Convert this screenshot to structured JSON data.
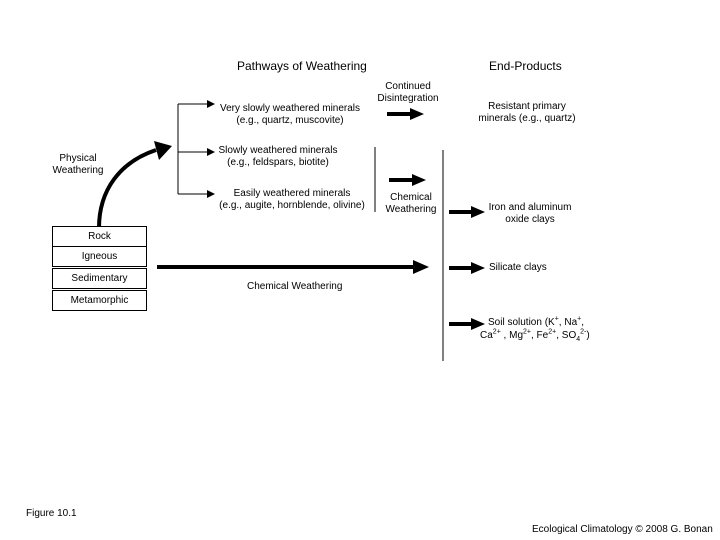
{
  "headers": {
    "pathways": "Pathways of Weathering",
    "end_products": "End-Products"
  },
  "processes": {
    "physical_line1": "Physical",
    "physical_line2": "Weathering",
    "continued_line1": "Continued",
    "continued_line2": "Disintegration",
    "chemical_mid_line1": "Chemical",
    "chemical_mid_line2": "Weathering",
    "chemical_long": "Chemical Weathering"
  },
  "minerals": [
    {
      "line1": "Very slowly weathered minerals",
      "line2": "(e.g., quartz, muscovite)"
    },
    {
      "line1": "Slowly weathered minerals",
      "line2": "(e.g., feldspars, biotite)"
    },
    {
      "line1": "Easily weathered minerals",
      "line2": "(e.g., augite, hornblende, olivine)"
    }
  ],
  "rock_boxes": [
    "Rock",
    "Igneous",
    "Sedimentary",
    "Metamorphic"
  ],
  "products": {
    "resistant_line1": "Resistant primary",
    "resistant_line2": "minerals (e.g., quartz)",
    "iron_line1": "Iron and aluminum",
    "iron_line2": "oxide clays",
    "silicate": "Silicate clays",
    "soil": {
      "prefix": "Soil solution (K",
      "k_sup": "+",
      "sep1": ", Na",
      "na_sup": "+",
      "sep2": ",",
      "ca": "Ca",
      "ca_sup": "2+",
      "sep3": " , Mg",
      "mg_sup": "2+",
      "sep4": ", Fe",
      "fe_sup": "2+",
      "sep5": ", SO",
      "so_sub": "4",
      "so_sup": "2-",
      "suffix": ")"
    }
  },
  "footer": {
    "figure": "Figure 10.1",
    "credit": "Ecological Climatology © 2008 G. Bonan"
  }
}
